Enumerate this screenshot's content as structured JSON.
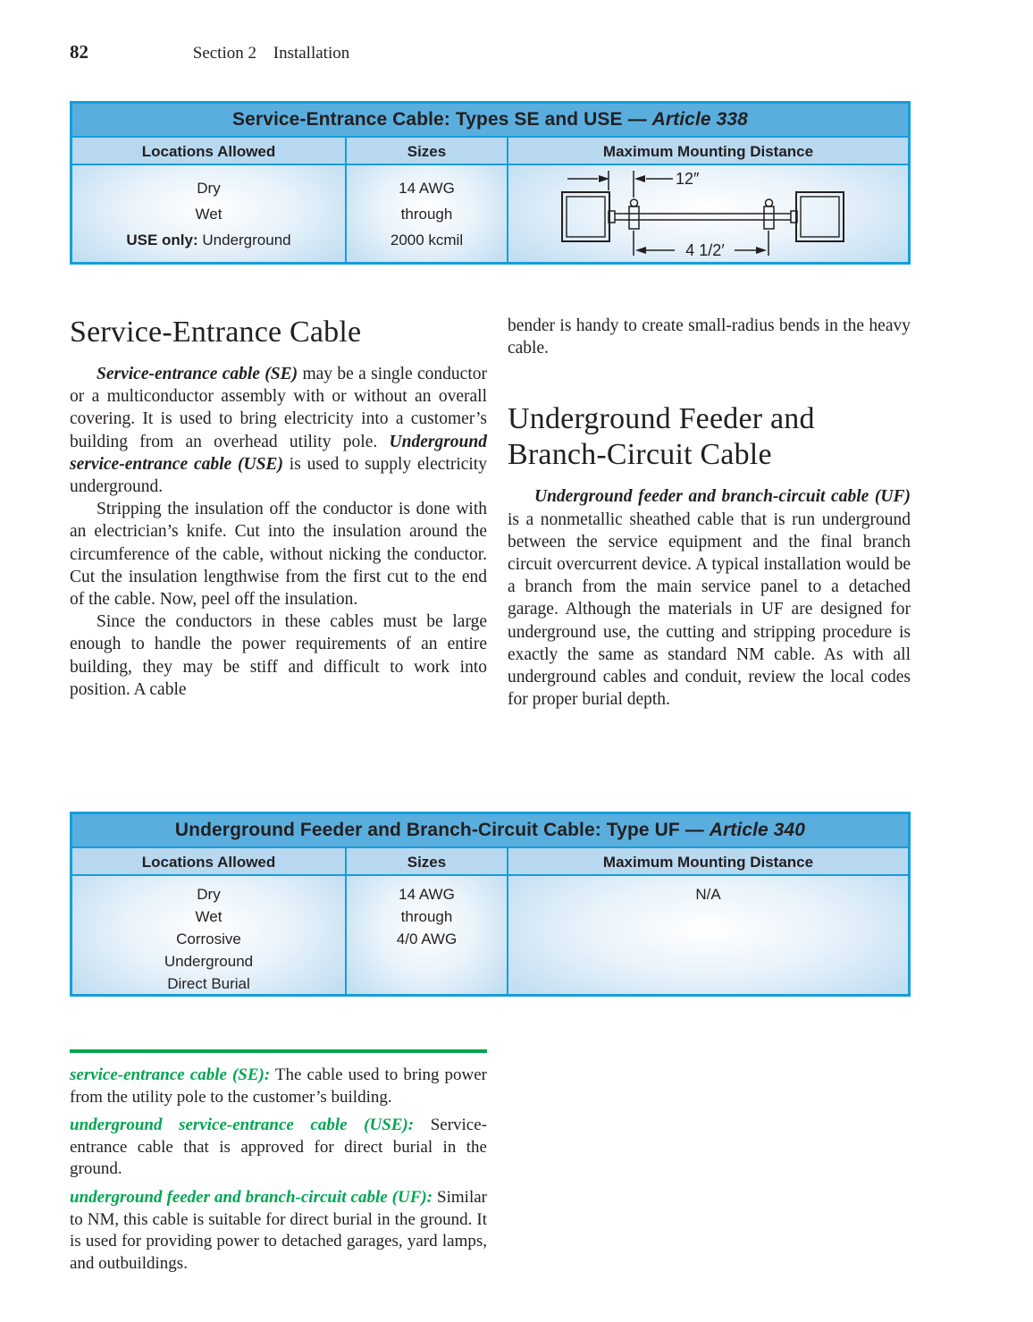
{
  "colors": {
    "table_border": "#149edb",
    "table_title_bg": "#5aaede",
    "table_header_bg": "#b8d8f0",
    "table_body_tint": "#c3def2",
    "term_green": "#00a551",
    "text": "#231f20"
  },
  "header": {
    "page_number": "82",
    "section_label": "Section 2",
    "chapter_label": "Installation"
  },
  "table_se": {
    "title": "Service-Entrance Cable: Types SE and USE — ",
    "title_article": "Article 338",
    "col_locations": "Locations Allowed",
    "col_sizes": "Sizes",
    "col_distance": "Maximum Mounting Distance",
    "locations": [
      "Dry",
      "Wet"
    ],
    "use_only_label": "USE only:",
    "use_only_value": " Underground",
    "sizes": [
      "14 AWG",
      "through",
      "2000 kcmil"
    ],
    "diagram": {
      "top_dimension": "12″",
      "bottom_dimension": "4 1/2′"
    }
  },
  "article_left": {
    "heading": "Service-Entrance Cable",
    "p1_term1": "Service-entrance cable (SE)",
    "p1_text1": " may be a single conductor or a multiconductor assembly with or without an overall covering. It is used to bring electricity into a customer’s building from an overhead utility pole. ",
    "p1_term2": "Underground service-entrance cable (USE)",
    "p1_text2": " is used to supply electricity underground.",
    "p2": "Stripping the insulation off the conductor is done with an electrician’s knife. Cut into the insulation around the circumference of the cable, without nicking the conductor. Cut the insulation lengthwise from the first cut to the end of the cable. Now, peel off the insulation.",
    "p3": "Since the conductors in these cables must be large enough to handle the power require­ments of an entire building, they may be stiff and difficult to work into position. A cable"
  },
  "article_right": {
    "p0": "bender is handy to create small-radius bends in the heavy cable.",
    "heading": "Underground Feeder and Branch-Circuit Cable",
    "p1_term": "Underground feeder and branch-circuit cable (UF)",
    "p1_text": " is a nonmetallic sheathed cable that is run underground between the service equipment and the final branch circuit overcurrent device. A typical installation would be a branch from the main service panel to a detached garage. Although the materials in UF are designed for underground use, the cutting and stripping proce­dure is exactly the same as standard NM cable. As with all underground cables and conduit, review the local codes for proper burial depth."
  },
  "table_uf": {
    "title": "Underground Feeder and Branch-Circuit Cable: Type UF — ",
    "title_article": "Article 340",
    "col_locations": "Locations Allowed",
    "col_sizes": "Sizes",
    "col_distance": "Maximum Mounting Distance",
    "locations": [
      "Dry",
      "Wet",
      "Corrosive",
      "Underground",
      "Direct Burial"
    ],
    "sizes": [
      "14 AWG",
      "through",
      "4/0 AWG"
    ],
    "distance": "N/A"
  },
  "definitions": [
    {
      "term": "service-entrance cable (SE):",
      "text": " The cable used to bring power from the utility pole to the customer’s building."
    },
    {
      "term": "underground service-entrance cable (USE):",
      "text": " Service-entrance cable that is approved for direct burial in the ground."
    },
    {
      "term": "underground feeder and branch-circuit cable (UF):",
      "text": " Similar to NM, this cable is suitable for direct burial in the ground. It is used for providing power to detached garages, yard lamps, and outbuildings."
    }
  ]
}
